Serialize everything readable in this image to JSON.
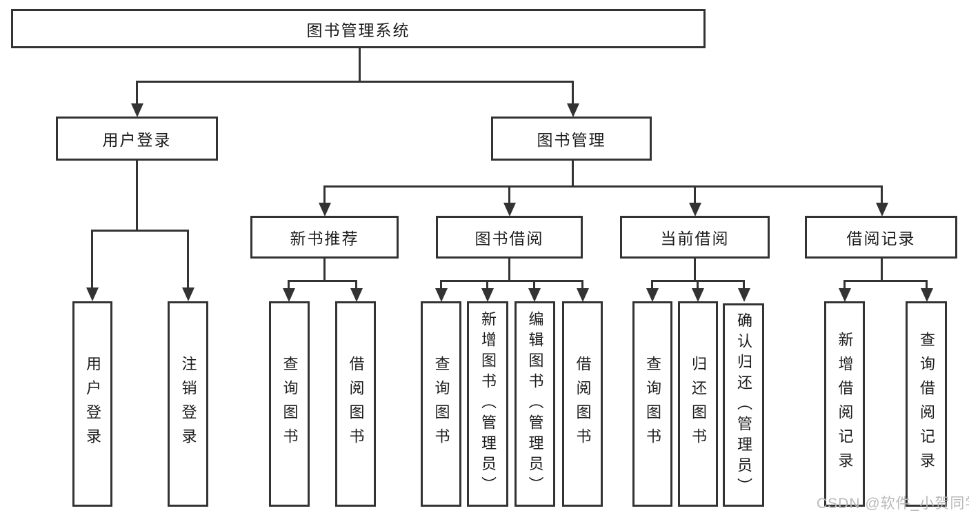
{
  "diagram": {
    "root": {
      "label": "图书管理系统"
    },
    "level2": [
      {
        "label": "用户登录"
      },
      {
        "label": "图书管理"
      }
    ],
    "level3": [
      {
        "label": "新书推荐"
      },
      {
        "label": "图书借阅"
      },
      {
        "label": "当前借阅"
      },
      {
        "label": "借阅记录"
      }
    ],
    "leaves": {
      "user": [
        {
          "label": "用户登录"
        },
        {
          "label": "注销登录"
        }
      ],
      "newbook": [
        {
          "label": "查询图书"
        },
        {
          "label": "借阅图书"
        }
      ],
      "borrow": [
        {
          "label": "查询图书"
        },
        {
          "label": "新增图书（管理员）"
        },
        {
          "label": "编辑图书（管理员）"
        },
        {
          "label": "借阅图书"
        }
      ],
      "current": [
        {
          "label": "查询图书"
        },
        {
          "label": "归还图书"
        },
        {
          "label": "确认归还（管理员）"
        }
      ],
      "records": [
        {
          "label": "新增借阅记录"
        },
        {
          "label": "查询借阅记录"
        }
      ]
    },
    "colors": {
      "line": "#333333",
      "text": "#1c1c1c",
      "watermark": "#b9b9b9",
      "background": "#ffffff"
    }
  },
  "watermark": {
    "text": "CSDN @软件_小贺同学"
  }
}
